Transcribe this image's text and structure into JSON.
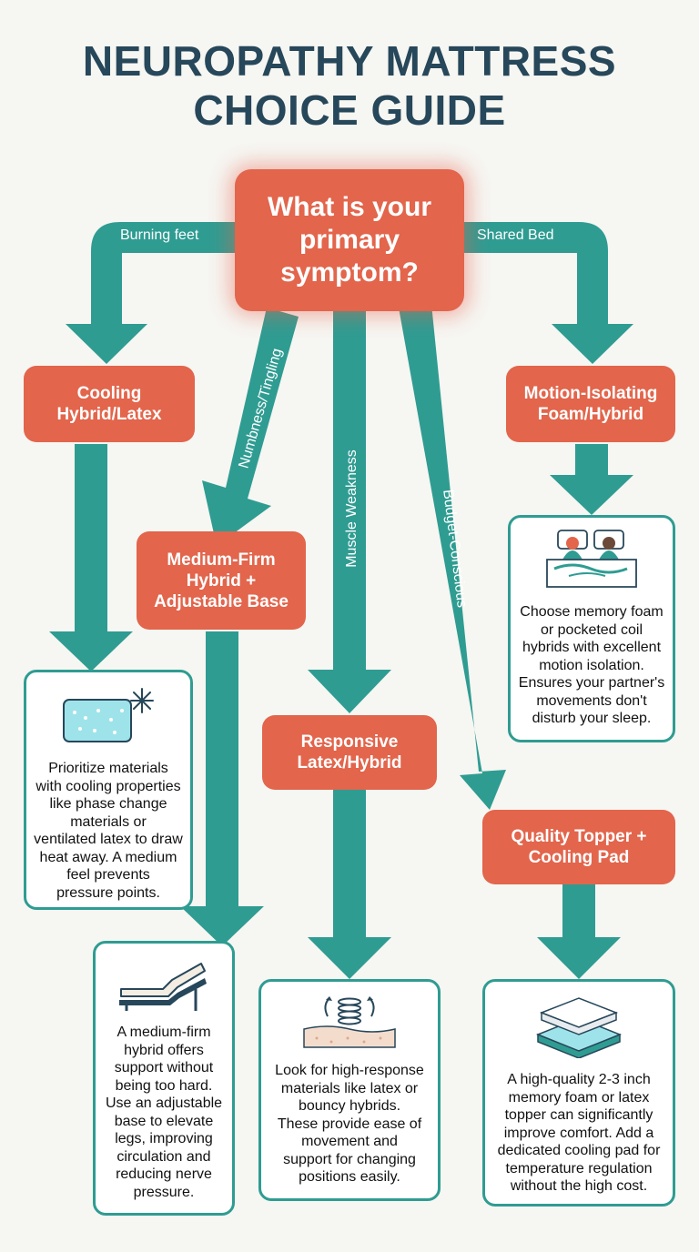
{
  "title": {
    "line1": "NEUROPATHY MATTRESS",
    "line2": "CHOICE GUIDE"
  },
  "root": {
    "lines": [
      "What is your",
      "primary",
      "symptom?"
    ]
  },
  "branches": {
    "burning": "Burning feet",
    "shared": "Shared Bed",
    "numbness": "Numbness/Tingling",
    "weakness": "Muscle Weakness",
    "budget": "Budget-Conscious"
  },
  "nodes": {
    "cooling": [
      "Cooling",
      "Hybrid/Latex"
    ],
    "medium_firm": [
      "Medium-Firm",
      "Hybrid +",
      "Adjustable Base"
    ],
    "responsive": [
      "Responsive",
      "Latex/Hybrid"
    ],
    "motion": [
      "Motion-Isolating",
      "Foam/Hybrid"
    ],
    "topper": [
      "Quality Topper +",
      "Cooling Pad"
    ]
  },
  "cards": {
    "cooling": [
      "Prioritize materials",
      "with cooling properties",
      "like phase change",
      "materials or",
      "ventilated latex to draw",
      "heat away. A medium",
      "feel prevents",
      "pressure points."
    ],
    "medium_firm": [
      "A medium-firm",
      "hybrid offers",
      "support without",
      "being too hard.",
      "Use an adjustable",
      "base to elevate",
      "legs, improving",
      "circulation and",
      "reducing nerve",
      "pressure."
    ],
    "responsive": [
      "Look for high-response",
      "materials like latex or",
      "bouncy hybrids.",
      "These provide ease of",
      "movement and",
      "support for changing",
      "positions easily."
    ],
    "motion": [
      "Choose memory foam",
      "or pocketed coil",
      "hybrids with excellent",
      "motion isolation.",
      "Ensures your partner's",
      "movements don't",
      "disturb your sleep."
    ],
    "topper": [
      "A high-quality 2-3 inch",
      "memory foam or latex",
      "topper can significantly",
      "improve comfort. Add a",
      "dedicated cooling pad for",
      "temperature regulation",
      "without the high cost."
    ]
  },
  "icons": {
    "cooling": "cooling-pillow-snowflake-icon",
    "medium_firm": "adjustable-bed-icon",
    "responsive": "spring-foam-icon",
    "motion": "couple-in-bed-icon",
    "topper": "mattress-topper-layers-icon"
  },
  "colors": {
    "teal": "#2f9c92",
    "coral": "#e2654c",
    "title": "#27475a",
    "background": "#f6f6f2"
  }
}
